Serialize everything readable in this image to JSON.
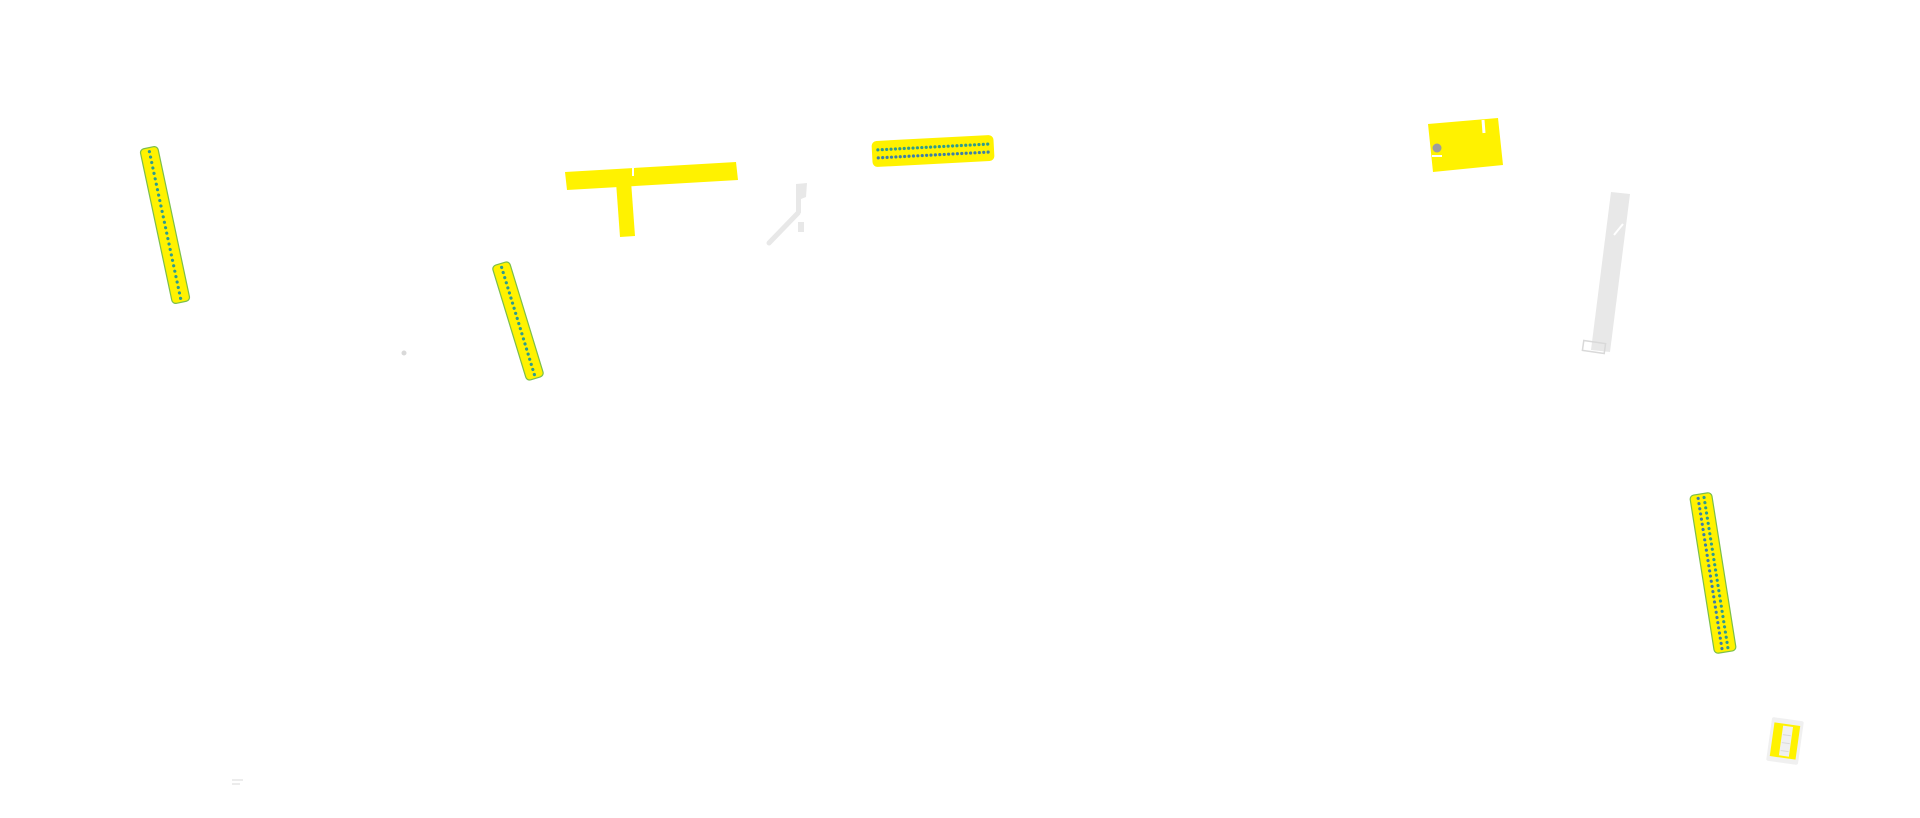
{
  "canvas": {
    "background": "#ffffff",
    "colors": {
      "highlight": "#fff200",
      "highlight_alt": "#ffeb00",
      "pin_dot": "#2e9c8e",
      "dot_alt": "#3d7fa8",
      "outline": "#7bbf4a",
      "gray_part": "#e8e8e8",
      "gray_dot": "#9d9d9d",
      "gray_line": "#d9d9d9"
    }
  },
  "components": [
    {
      "id": "header-strip-1",
      "kind": "pin-header"
    },
    {
      "id": "header-strip-2",
      "kind": "pin-header"
    },
    {
      "id": "header-strip-3",
      "kind": "pin-header"
    },
    {
      "id": "header-strip-4",
      "kind": "pin-header"
    },
    {
      "id": "t-bracket",
      "kind": "bracket"
    },
    {
      "id": "square-pad",
      "kind": "pad"
    },
    {
      "id": "gray-bar",
      "kind": "gray-part"
    },
    {
      "id": "gray-fragment",
      "kind": "gray-part"
    },
    {
      "id": "small-connector",
      "kind": "connector"
    }
  ]
}
